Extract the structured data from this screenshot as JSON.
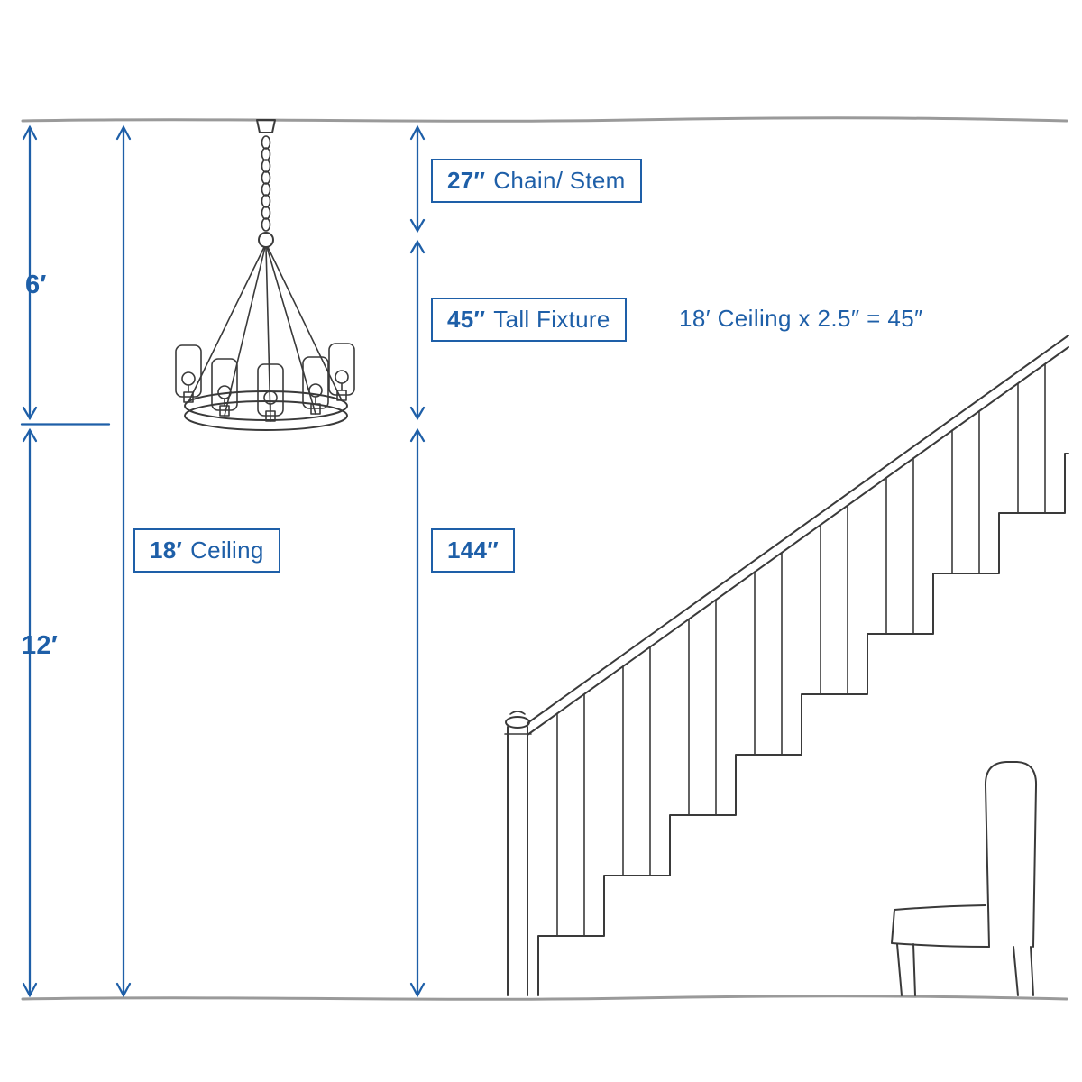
{
  "colors": {
    "dimension_blue": "#1E5FA8",
    "sketch_ink": "#3A3A3A",
    "wall_line": "#9A9A9A"
  },
  "labels": {
    "six_feet": {
      "value": "6′"
    },
    "twelve_feet": {
      "value": "12′"
    },
    "ceiling": {
      "value": "18′",
      "text": "Ceiling"
    },
    "chain_stem": {
      "value": "27″",
      "text": "Chain/ Stem"
    },
    "tall_fixture": {
      "value": "45″",
      "text": "Tall Fixture"
    },
    "drop_height": {
      "value": "144″"
    },
    "formula": {
      "text": "18′ Ceiling x 2.5″ = 45″"
    }
  },
  "illustrations": {
    "chandelier": "wagon-wheel-chandelier-sketch",
    "staircase": "staircase-with-railing-sketch",
    "chair": "dining-chair-sketch"
  }
}
